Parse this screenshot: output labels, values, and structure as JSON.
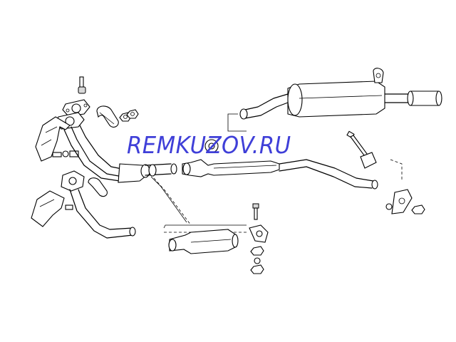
{
  "watermark": {
    "text": "REMKUZOV.RU",
    "color": "#3f3fd8"
  },
  "diagram": {
    "style": "black line drawing on white background",
    "parts": [
      "exhaust-manifold-flange",
      "front-downpipe-upper",
      "front-downpipe-lower",
      "front-pipe-bracket",
      "front-pipe-bracket-lower",
      "flange-gasket",
      "stud-bolt",
      "clamp",
      "nuts-and-washers",
      "resonator",
      "intermediate-pipe",
      "rubber-hanger-ring",
      "main-muffler",
      "tail-pipe",
      "muffler-hanger-bracket",
      "catalytic-converter-variant",
      "bolt-washer-nut-stack",
      "rear-clamp-assembly"
    ]
  }
}
